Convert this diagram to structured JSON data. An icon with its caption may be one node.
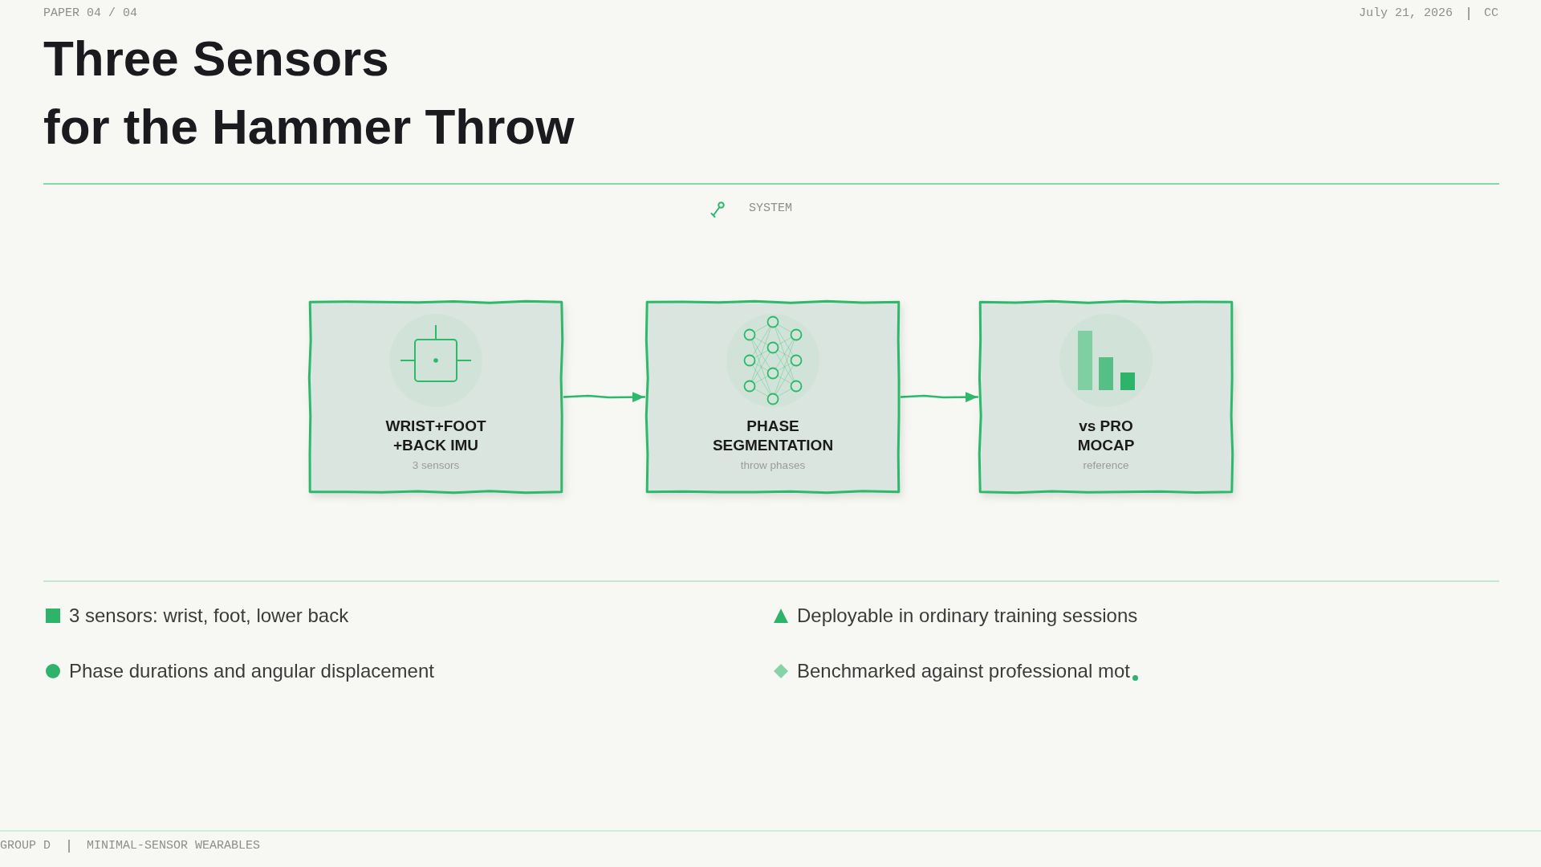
{
  "diagram": {
    "title": "Three Sensors for the Hammer Throw",
    "nodes": [
      {
        "text": [
          "WRIST+FOOT +BACK IMU",
          "3 sensors"
        ]
      },
      {
        "text": [
          "PHASE SEGMENTATION",
          "throw phases"
        ]
      },
      {
        "text": [
          "vs PRO MOCAP",
          "reference"
        ]
      }
    ],
    "edges": [
      {
        "from": 0,
        "to": 1,
        "arrow": "to"
      },
      {
        "from": 1,
        "to": 2,
        "arrow": "to"
      }
    ],
    "labels": [
      "PAPER 04 / 04",
      "July 21, 2026",
      "CC",
      "SYSTEM",
      "3 sensors: wrist, foot, lower back",
      "Deployable in ordinary training sessions",
      "Phase durations and angular displacement",
      "Benchmarked against professional mot",
      "GROUP D",
      "MINIMAL-SENSOR WEARABLES"
    ]
  }
}
